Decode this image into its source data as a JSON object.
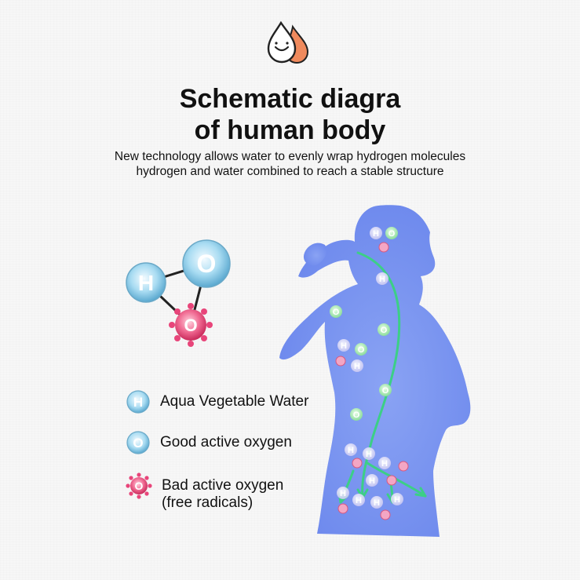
{
  "header": {
    "title_line1": "Schematic diagra",
    "title_line2": "of human body",
    "subtitle_line1": "New technology allows water to evenly wrap hydrogen molecules",
    "subtitle_line2": "hydrogen and water combined to reach a stable structure"
  },
  "molecule": {
    "atom1": "H",
    "atom2": "O",
    "atom3": "O"
  },
  "body": {
    "marker_h": "H",
    "marker_o": "O"
  },
  "legend": {
    "item1": {
      "symbol": "H",
      "label": "Aqua Vegetable Water"
    },
    "item2": {
      "symbol": "O",
      "label": "Good active oxygen"
    },
    "item3": {
      "symbol": "O",
      "label_line1": "Bad active oxygen",
      "label_line2": "(free radicals)"
    }
  },
  "colors": {
    "body_fill": "#6f8ff0",
    "flow_arrow": "#3ccf86",
    "good_atom": "#8fd0ec",
    "bad_atom": "#e8457a",
    "drop_accent": "#f08a5d"
  },
  "icons": [
    "water-drops-icon",
    "hydrogen-icon",
    "oxygen-icon",
    "free-radical-icon"
  ]
}
